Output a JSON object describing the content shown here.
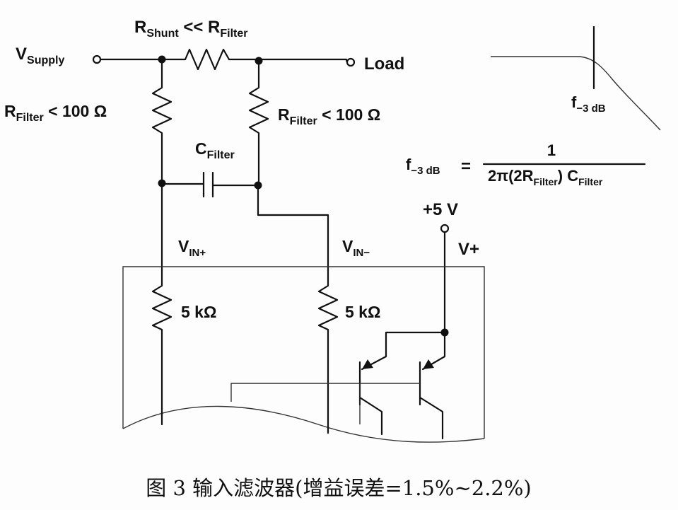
{
  "labels": {
    "vsupply_main": "V",
    "vsupply_sub": "Supply",
    "rshunt_main": "R",
    "rshunt_sub": "Shunt",
    "rshunt_ll": " << ",
    "rfilter_top_main": "R",
    "rfilter_top_sub": "Filter",
    "load": "Load",
    "rfilter_left_main": "R",
    "rfilter_left_sub": "Filter",
    "rfilter_left_value": " < 100 Ω",
    "rfilter_right_main": "R",
    "rfilter_right_sub": "Filter",
    "rfilter_right_value": " < 100 Ω",
    "cfilter_main": "C",
    "cfilter_sub": "Filter",
    "vin_plus_main": "V",
    "vin_plus_sub": "IN+",
    "vin_minus_main": "V",
    "vin_minus_sub": "IN−",
    "plus5v": "+5 V",
    "vplus": "V+",
    "r5k_left": "5 kΩ",
    "r5k_right": "5 kΩ",
    "f3db_main": "f",
    "f3db_sub": "−3 dB"
  },
  "formula": {
    "lhs_main": "f",
    "lhs_sub": "−3 dB",
    "equals": "=",
    "numerator": "1",
    "den_a": "2π(2R",
    "den_a_sub": "Filter",
    "den_b": ") C",
    "den_b_sub": "Filter"
  },
  "caption": "图 3  输入滤波器(增益误差=1.5%~2.2%)"
}
